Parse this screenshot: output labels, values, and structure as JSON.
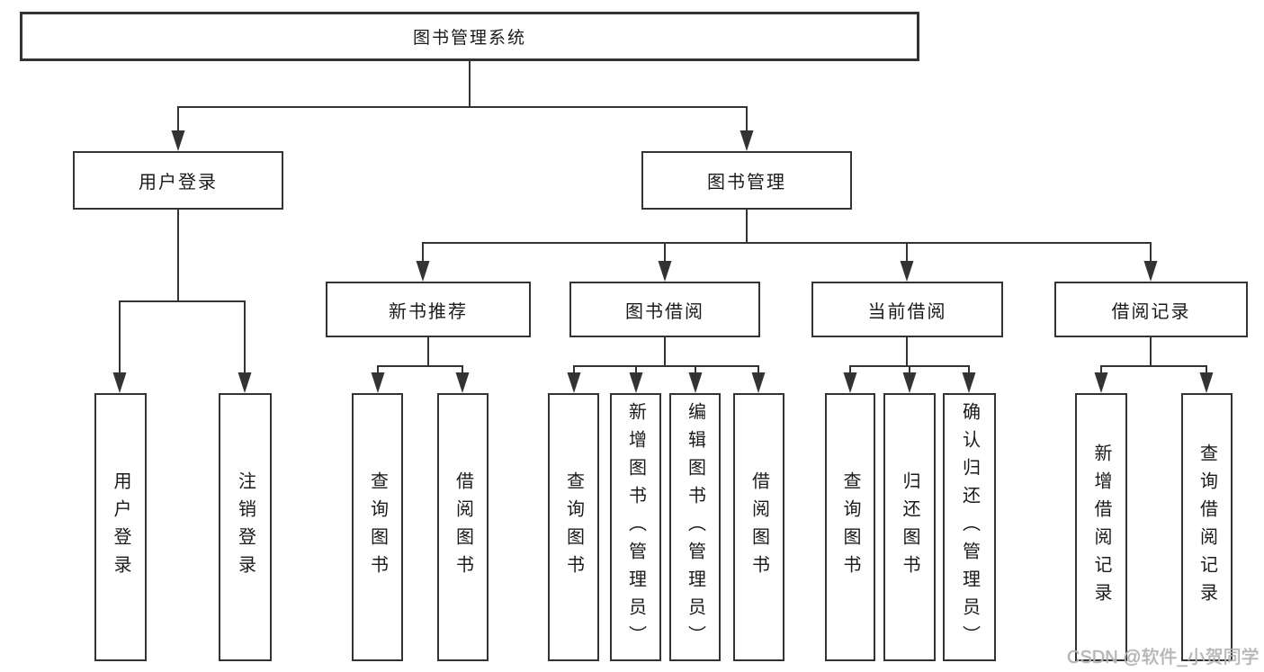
{
  "diagram": {
    "root": {
      "label": "图书管理系统",
      "children": [
        {
          "label": "用户登录",
          "children": [
            {
              "label": "用户登录"
            },
            {
              "label": "注销登录"
            }
          ]
        },
        {
          "label": "图书管理",
          "children": [
            {
              "label": "新书推荐",
              "children": [
                {
                  "label": "查询图书"
                },
                {
                  "label": "借阅图书"
                }
              ]
            },
            {
              "label": "图书借阅",
              "children": [
                {
                  "label": "查询图书"
                },
                {
                  "label": "新增图书（管理员）"
                },
                {
                  "label": "编辑图书（管理员）"
                },
                {
                  "label": "借阅图书"
                }
              ]
            },
            {
              "label": "当前借阅",
              "children": [
                {
                  "label": "查询图书"
                },
                {
                  "label": "归还图书"
                },
                {
                  "label": "确认归还（管理员）"
                }
              ]
            },
            {
              "label": "借阅记录",
              "children": [
                {
                  "label": "新增借阅记录"
                },
                {
                  "label": "查询借阅记录"
                }
              ]
            }
          ]
        }
      ]
    }
  },
  "watermark": {
    "text": "CSDN @软件_小贺同学"
  },
  "colors": {
    "line": "#333333",
    "text": "#1a1a1a",
    "watermark": "#b5b5b5",
    "background": "#ffffff"
  }
}
